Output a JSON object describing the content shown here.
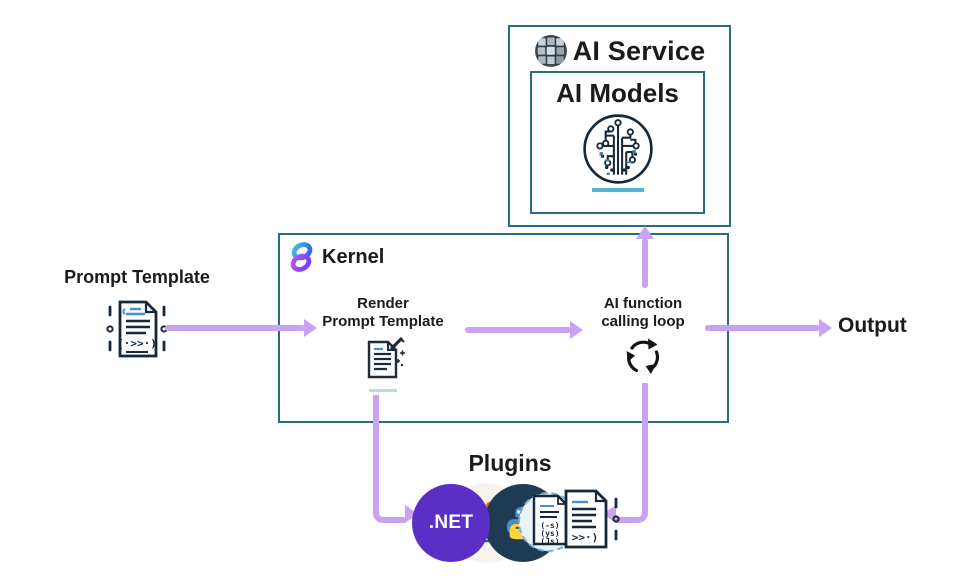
{
  "colors": {
    "border_teal": "#2a6b85",
    "arrow_purple": "#c9a2f2",
    "text_dark": "#1b1b1b",
    "accent_cyan": "#56b6d2",
    "dotnet_purple": "#5b2ec5",
    "python_navy": "#1f3a54"
  },
  "ai_service": {
    "title": "AI Service"
  },
  "ai_models": {
    "title": "AI Models"
  },
  "kernel": {
    "title": "Kernel"
  },
  "render": {
    "line1": "Render",
    "line2": "Prompt Template"
  },
  "loop": {
    "line1": "AI function",
    "line2": "calling loop"
  },
  "prompt_template": {
    "label": "Prompt Template",
    "doc_code": "(·>>·)"
  },
  "output": {
    "label": "Output"
  },
  "plugins": {
    "title": "Plugins",
    "dotnet_label": ".NET",
    "code_lines": [
      "(-s)",
      "(ys)",
      "(Js)"
    ],
    "doc_code": ">>·)"
  }
}
